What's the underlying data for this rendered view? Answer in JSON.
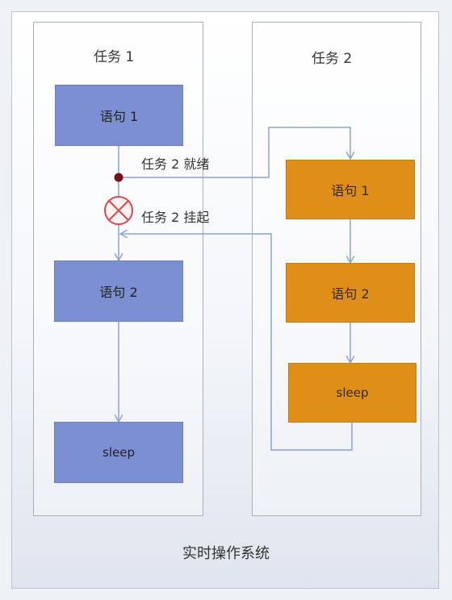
{
  "diagram": {
    "task1": {
      "title": "任务 1",
      "statement1": "语句 1",
      "statement2": "语句 2",
      "sleep": "sleep"
    },
    "task2": {
      "title": "任务 2",
      "statement1": "语句 1",
      "statement2": "语句 2",
      "sleep": "sleep"
    },
    "annotations": {
      "ready": "任务 2 就绪",
      "suspend": "任务 2 挂起"
    },
    "system_label": "实时操作系统",
    "colors": {
      "task1_box": "#7b8fd2",
      "task2_box": "#df8e18",
      "arrow": "#8aa4d6",
      "ready_dot": "#7a0e1a",
      "suspend_marker": "#d9474b"
    }
  }
}
